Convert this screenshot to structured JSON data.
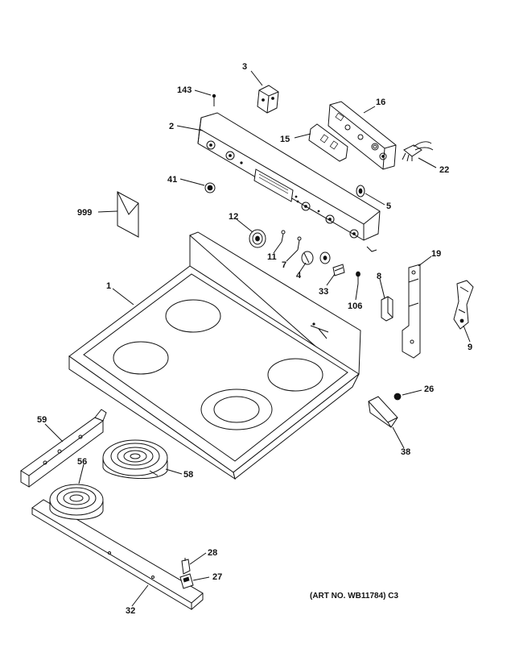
{
  "labels": {
    "p1": "1",
    "p2": "2",
    "p3": "3",
    "p4": "4",
    "p5": "5",
    "p7": "7",
    "p8": "8",
    "p9": "9",
    "p11": "11",
    "p12": "12",
    "p15": "15",
    "p16": "16",
    "p19": "19",
    "p22": "22",
    "p26": "26",
    "p27": "27",
    "p28": "28",
    "p32": "32",
    "p33": "33",
    "p38": "38",
    "p41": "41",
    "p56": "56",
    "p58": "58",
    "p59": "59",
    "p106": "106",
    "p143": "143",
    "p999": "999"
  },
  "art_note": "(ART NO. WB11784) C3"
}
